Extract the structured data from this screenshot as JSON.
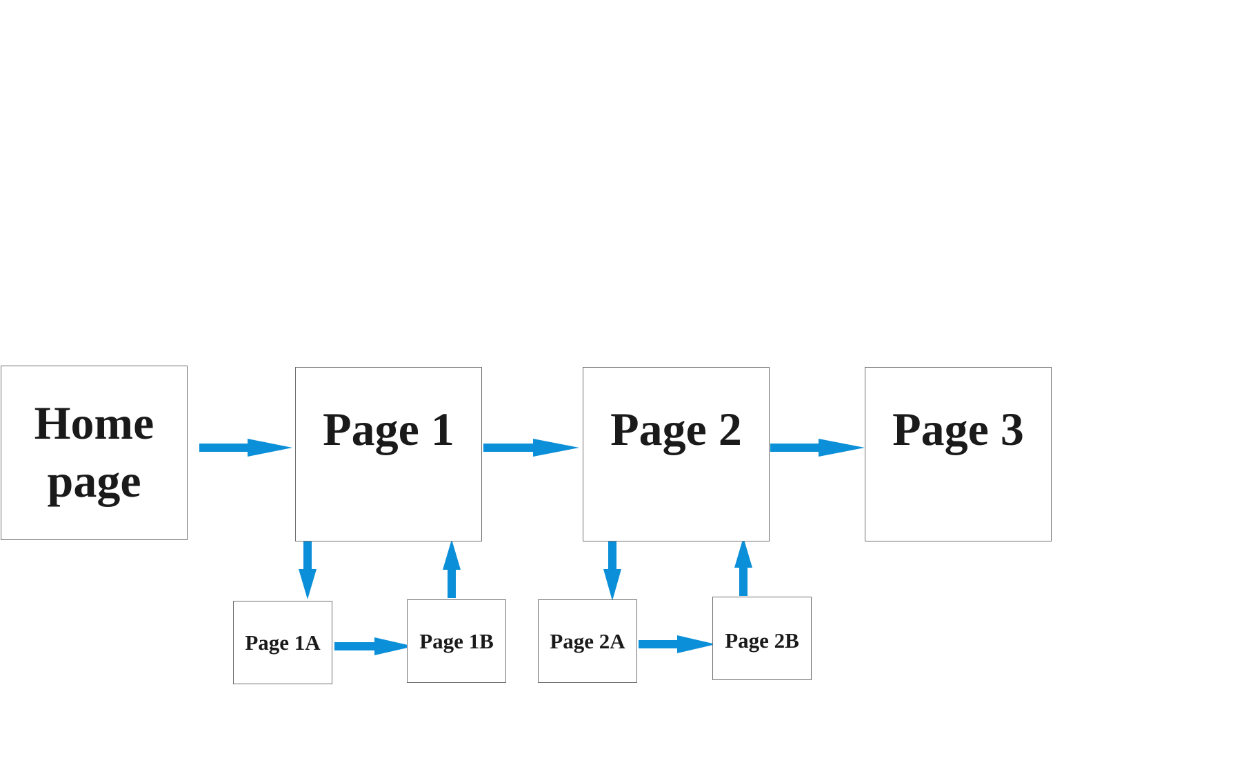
{
  "nodes": {
    "home": {
      "line1": "Home",
      "line2": "page"
    },
    "page1": {
      "label": "Page 1"
    },
    "page2": {
      "label": "Page 2"
    },
    "page3": {
      "label": "Page 3"
    },
    "page1a": {
      "label": "Page 1A"
    },
    "page1b": {
      "label": "Page 1B"
    },
    "page2a": {
      "label": "Page 2A"
    },
    "page2b": {
      "label": "Page 2B"
    }
  },
  "edges": [
    {
      "from": "home",
      "to": "page1"
    },
    {
      "from": "page1",
      "to": "page2"
    },
    {
      "from": "page2",
      "to": "page3"
    },
    {
      "from": "page1",
      "to": "page1a"
    },
    {
      "from": "page1a",
      "to": "page1b"
    },
    {
      "from": "page1b",
      "to": "page1"
    },
    {
      "from": "page2",
      "to": "page2a"
    },
    {
      "from": "page2a",
      "to": "page2b"
    },
    {
      "from": "page2b",
      "to": "page2"
    }
  ],
  "colors": {
    "arrow": "#0b8fd8",
    "box_border": "#6e6e6e",
    "text": "#1a1a1a"
  }
}
